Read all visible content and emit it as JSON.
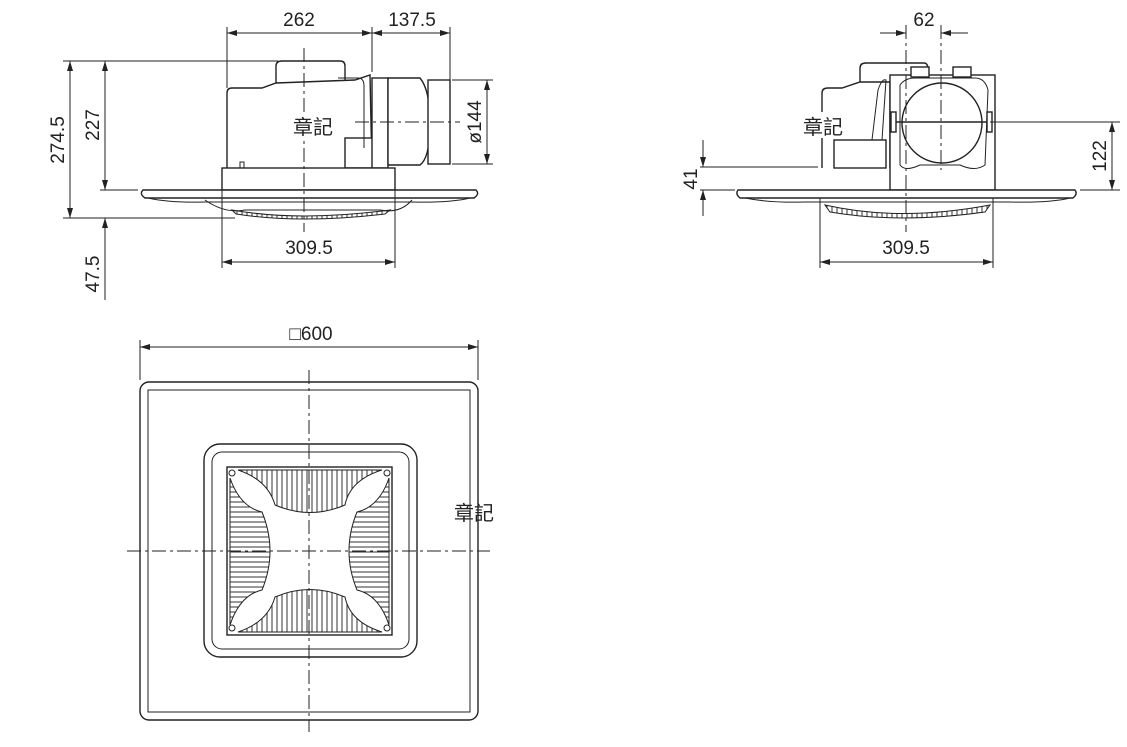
{
  "side_view": {
    "width_body": "262",
    "width_duct": "137.5",
    "height_total": "274.5",
    "height_above_ceiling": "227",
    "height_below_ceiling": "47.5",
    "duct_diameter": "ø144",
    "grille_width": "309.5",
    "stamp": "章記"
  },
  "front_view": {
    "duct_offset": "62",
    "duct_height": "122",
    "flange_height": "41",
    "grille_width": "309.5",
    "stamp": "章記"
  },
  "bottom_view": {
    "panel_size": "□600",
    "stamp": "章記"
  }
}
